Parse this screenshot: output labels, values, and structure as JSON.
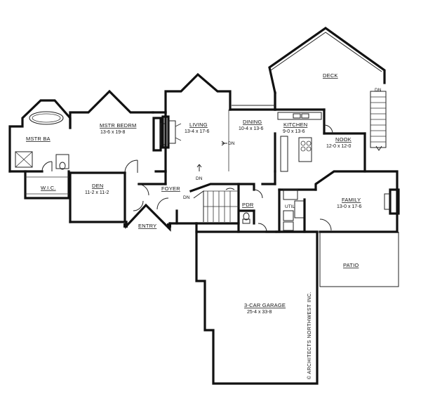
{
  "rooms": {
    "mstr_ba": {
      "label": "MSTR BA"
    },
    "mstr_bedrm": {
      "label": "MSTR BEDRM",
      "dims": "13-6 x 19-8"
    },
    "living": {
      "label": "LIVING",
      "dims": "13-4 x 17-6"
    },
    "dining": {
      "label": "DINING",
      "dims": "10-4 x 13-6"
    },
    "kitchen": {
      "label": "KITCHEN",
      "dims": "9-0 x 13-6"
    },
    "nook": {
      "label": "NOOK",
      "dims": "12-0 x 12-0"
    },
    "deck": {
      "label": "DECK"
    },
    "wic": {
      "label": "W.I.C."
    },
    "den": {
      "label": "DEN",
      "dims": "11-2 x 11-2"
    },
    "foyer": {
      "label": "FOYER"
    },
    "entry": {
      "label": "ENTRY"
    },
    "pdr": {
      "label": "PDR"
    },
    "util": {
      "label": "UTIL"
    },
    "family": {
      "label": "FAMILY",
      "dims": "13-0 x 17-6"
    },
    "patio": {
      "label": "PATIO"
    },
    "garage": {
      "label": "3-CAR GARAGE",
      "dims": "25-4 x 33-8"
    }
  },
  "stairs": {
    "deck_dn": "DN",
    "dining_dn": "DN",
    "living_dn": "DN",
    "foyer_dn": "DN"
  },
  "copyright": "© ARCHITECTS NORTHWEST INC."
}
